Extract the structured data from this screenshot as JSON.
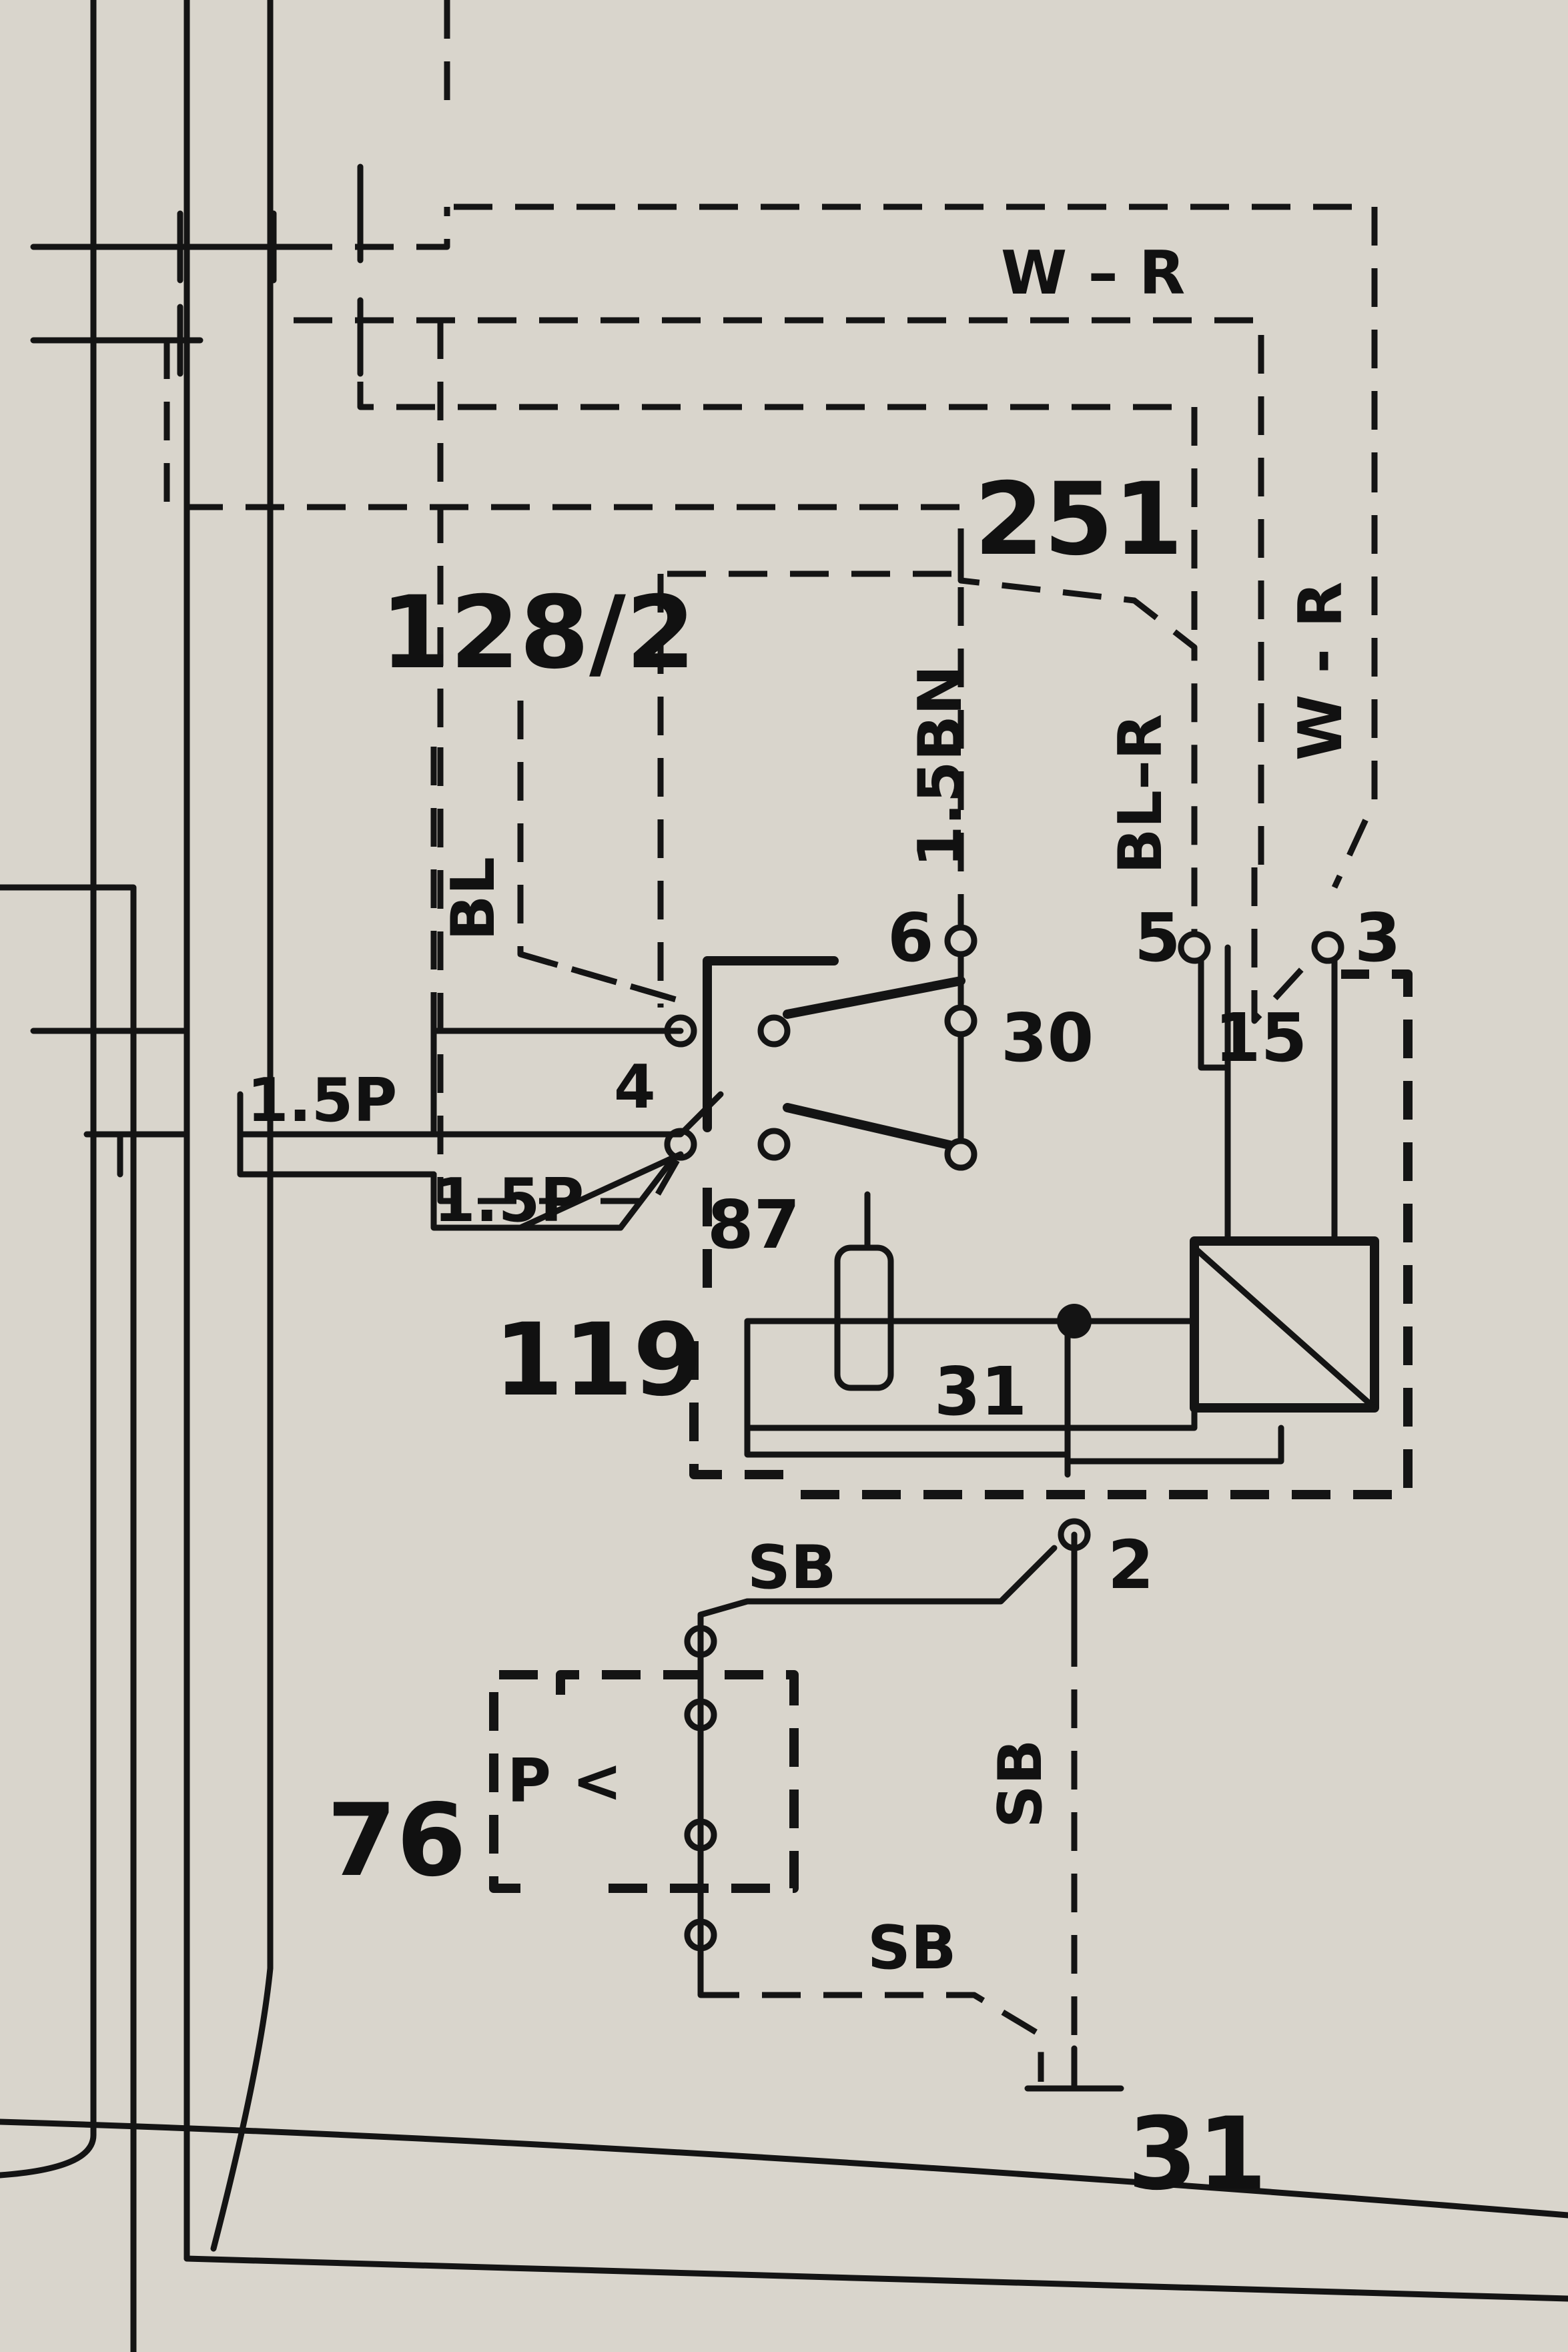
{
  "components": {
    "relay": "119",
    "box_251": "251",
    "connector_128": "128/2",
    "switch_76": "76",
    "ground": "31"
  },
  "terminals": {
    "t6": "6",
    "t30": "30",
    "t5": "5",
    "t15": "15",
    "t3": "3",
    "t4": "4",
    "t87": "87",
    "t31": "31",
    "t2": "2"
  },
  "wire_labels": {
    "w_r_top": "W – R",
    "w_r_vert": "W - R",
    "bl_r": "BL–R",
    "sbn": "1.5BN",
    "bl": "BL",
    "p_left": "1.5P",
    "p_low": "1.5P",
    "sb_upper": "SB",
    "sb_vert": "SB",
    "sb_lower": "SB"
  },
  "switch_symbol": "P <",
  "colors": {
    "paper": "#d9d5cc",
    "ink": "#141414"
  }
}
